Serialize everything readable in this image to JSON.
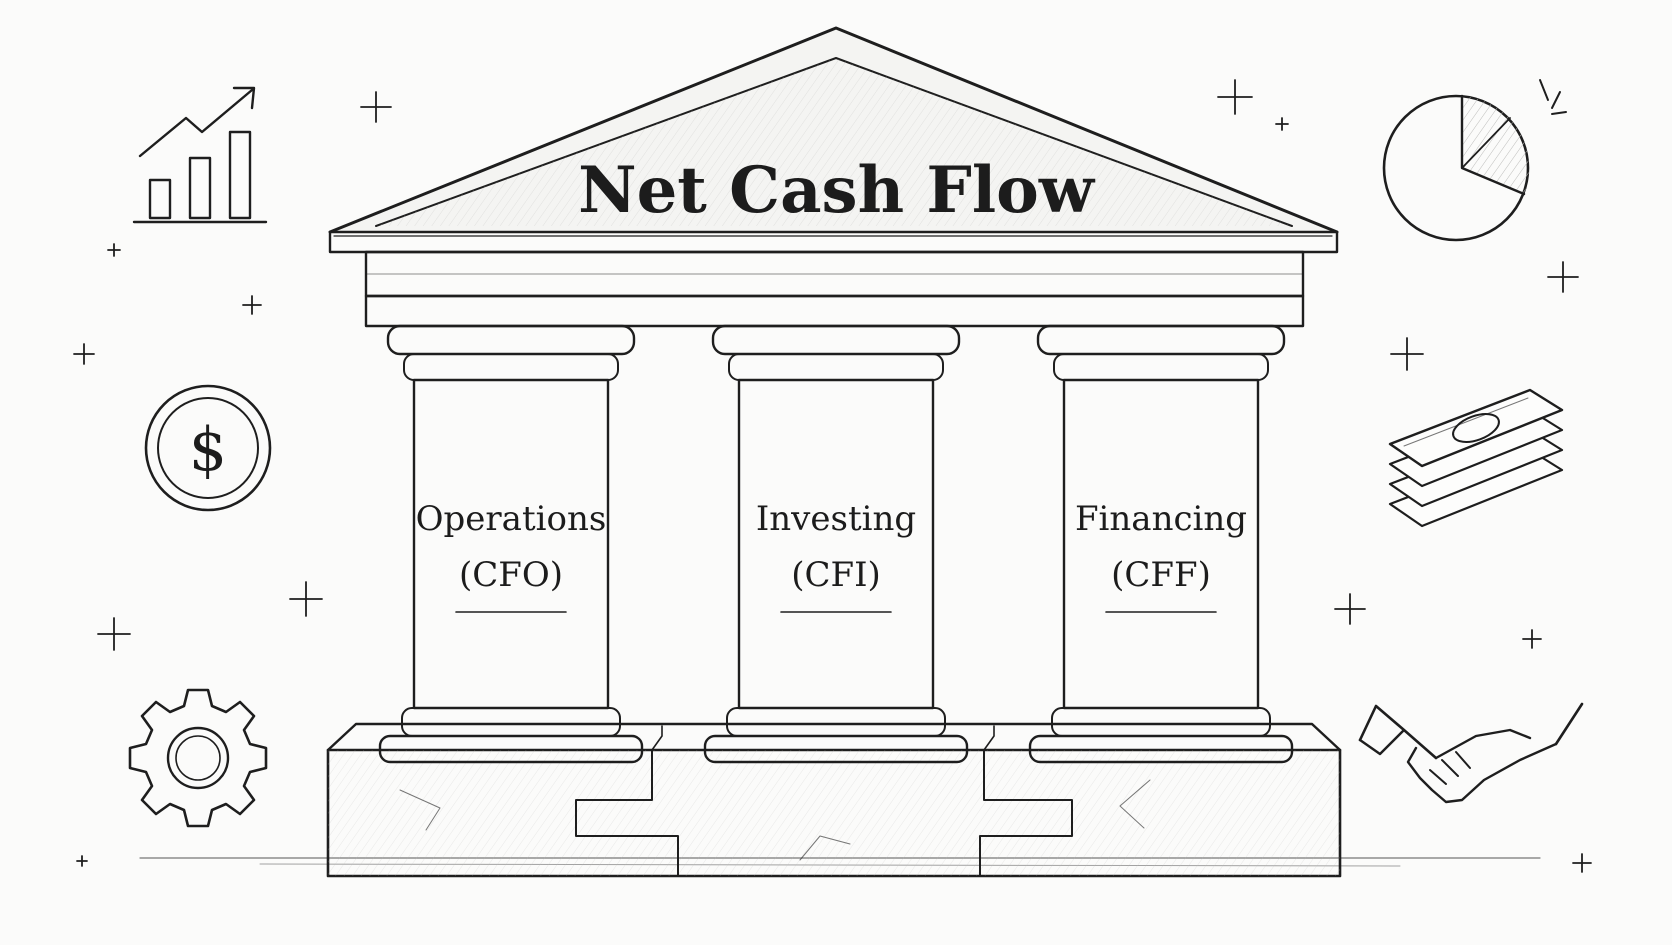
{
  "title": "Net Cash Flow",
  "pillars": [
    {
      "name": "Operations",
      "abbr": "(CFO)"
    },
    {
      "name": "Investing",
      "abbr": "(CFI)"
    },
    {
      "name": "Financing",
      "abbr": "(CFF)"
    }
  ],
  "icons": {
    "left": [
      "bar-chart-trend-icon",
      "dollar-coin-icon",
      "gear-icon"
    ],
    "right": [
      "pie-chart-icon",
      "cash-stack-icon",
      "handshake-icon"
    ]
  },
  "colors": {
    "ink": "#1e1e1e",
    "paper": "#fbfbfa"
  }
}
